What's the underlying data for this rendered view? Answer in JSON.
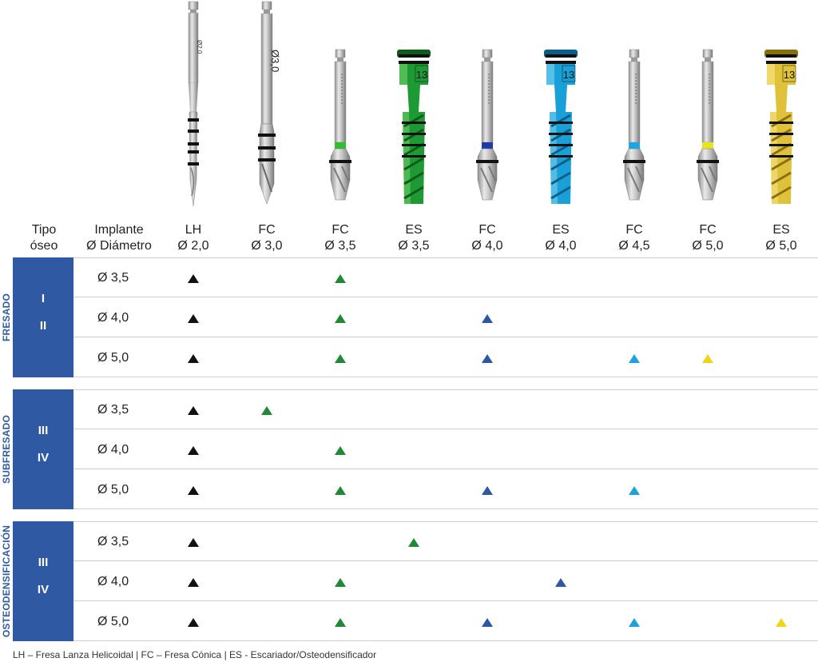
{
  "colors": {
    "section_blue": "#2f5aa3",
    "black": "#111111",
    "green": "#1e8a35",
    "blue": "#2e56a6",
    "cyan": "#1aa3df",
    "yellow": "#f3d21a"
  },
  "tools": [
    {
      "icon": "lh-2-0-drill-icon",
      "engraving": "Ø2,0"
    },
    {
      "icon": "fc-3-0-drill-icon",
      "engraving": "Ø3,0"
    },
    {
      "icon": "fc-3-5-drill-icon",
      "engraving": ""
    },
    {
      "icon": "es-3-5-osteotome-icon",
      "engraving": "13"
    },
    {
      "icon": "fc-4-0-drill-icon",
      "engraving": ""
    },
    {
      "icon": "es-4-0-osteotome-icon",
      "engraving": "13"
    },
    {
      "icon": "fc-4-5-drill-icon",
      "engraving": ""
    },
    {
      "icon": "fc-5-0-drill-icon",
      "engraving": ""
    },
    {
      "icon": "es-5-0-osteotome-icon",
      "engraving": "13"
    }
  ],
  "header": {
    "bone_type": [
      "Tipo",
      "óseo"
    ],
    "implant": [
      "Implante",
      "Ø Diámetro"
    ],
    "columns": [
      {
        "type": "LH",
        "diameter": "Ø 2,0"
      },
      {
        "type": "FC",
        "diameter": "Ø 3,0"
      },
      {
        "type": "FC",
        "diameter": "Ø 3,5"
      },
      {
        "type": "ES",
        "diameter": "Ø 3,5"
      },
      {
        "type": "FC",
        "diameter": "Ø 4,0"
      },
      {
        "type": "ES",
        "diameter": "Ø 4,0"
      },
      {
        "type": "FC",
        "diameter": "Ø 4,5"
      },
      {
        "type": "FC",
        "diameter": "Ø 5,0"
      },
      {
        "type": "ES",
        "diameter": "Ø 5,0"
      }
    ]
  },
  "sections": [
    {
      "label": "FRESADO",
      "bone_types": [
        "I",
        "II"
      ],
      "rows": [
        {
          "implant": "Ø 3,5",
          "marks": [
            {
              "col": 0,
              "color": "black"
            },
            {
              "col": 2,
              "color": "green"
            }
          ]
        },
        {
          "implant": "Ø 4,0",
          "marks": [
            {
              "col": 0,
              "color": "black"
            },
            {
              "col": 2,
              "color": "green"
            },
            {
              "col": 4,
              "color": "blue"
            }
          ]
        },
        {
          "implant": "Ø 5,0",
          "marks": [
            {
              "col": 0,
              "color": "black"
            },
            {
              "col": 2,
              "color": "green"
            },
            {
              "col": 4,
              "color": "blue"
            },
            {
              "col": 6,
              "color": "cyan"
            },
            {
              "col": 7,
              "color": "yellow"
            }
          ]
        }
      ]
    },
    {
      "label": "SUBFRESADO",
      "bone_types": [
        "III",
        "IV"
      ],
      "rows": [
        {
          "implant": "Ø 3,5",
          "marks": [
            {
              "col": 0,
              "color": "black"
            },
            {
              "col": 1,
              "color": "green"
            }
          ]
        },
        {
          "implant": "Ø 4,0",
          "marks": [
            {
              "col": 0,
              "color": "black"
            },
            {
              "col": 2,
              "color": "green"
            }
          ]
        },
        {
          "implant": "Ø 5,0",
          "marks": [
            {
              "col": 0,
              "color": "black"
            },
            {
              "col": 2,
              "color": "green"
            },
            {
              "col": 4,
              "color": "blue"
            },
            {
              "col": 6,
              "color": "cyan"
            }
          ]
        }
      ]
    },
    {
      "label": "OSTEODENSIFICACIÓN",
      "bone_types": [
        "III",
        "IV"
      ],
      "rows": [
        {
          "implant": "Ø 3,5",
          "marks": [
            {
              "col": 0,
              "color": "black"
            },
            {
              "col": 3,
              "color": "green"
            }
          ]
        },
        {
          "implant": "Ø 4,0",
          "marks": [
            {
              "col": 0,
              "color": "black"
            },
            {
              "col": 2,
              "color": "green"
            },
            {
              "col": 5,
              "color": "blue"
            }
          ]
        },
        {
          "implant": "Ø 5,0",
          "marks": [
            {
              "col": 0,
              "color": "black"
            },
            {
              "col": 2,
              "color": "green"
            },
            {
              "col": 4,
              "color": "blue"
            },
            {
              "col": 6,
              "color": "cyan"
            },
            {
              "col": 8,
              "color": "yellow"
            }
          ]
        }
      ]
    }
  ],
  "footer": "LH – Fresa Lanza Helicoidal | FC – Fresa Cónica | ES - Escariador/Osteodensificador"
}
